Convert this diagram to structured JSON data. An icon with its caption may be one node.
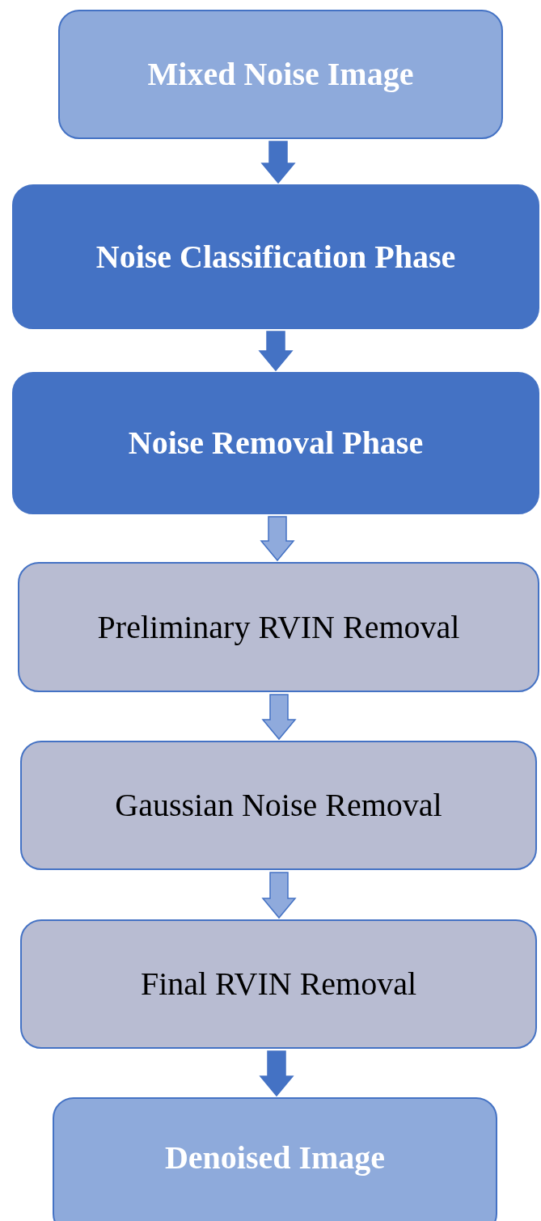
{
  "diagram": {
    "nodes": [
      {
        "text": [
          "Mixed Noise Image"
        ]
      },
      {
        "text": [
          "Noise Classification Phase"
        ]
      },
      {
        "text": [
          "Noise Removal Phase"
        ]
      },
      {
        "text": [
          "Preliminary RVIN Removal"
        ]
      },
      {
        "text": [
          "Gaussian Noise Removal"
        ]
      },
      {
        "text": [
          "Final RVIN Removal"
        ]
      },
      {
        "text": [
          "Denoised Image"
        ]
      }
    ],
    "edges": [
      {
        "from": 0,
        "to": 1,
        "arrow": "to"
      },
      {
        "from": 1,
        "to": 2,
        "arrow": "to"
      },
      {
        "from": 2,
        "to": 3,
        "arrow": "to",
        "color": "#8faadc"
      },
      {
        "from": 3,
        "to": 4,
        "arrow": "to",
        "color": "#8faadc"
      },
      {
        "from": 4,
        "to": 5,
        "arrow": "to",
        "color": "#8faadc"
      },
      {
        "from": 5,
        "to": 6,
        "arrow": "to"
      }
    ]
  }
}
